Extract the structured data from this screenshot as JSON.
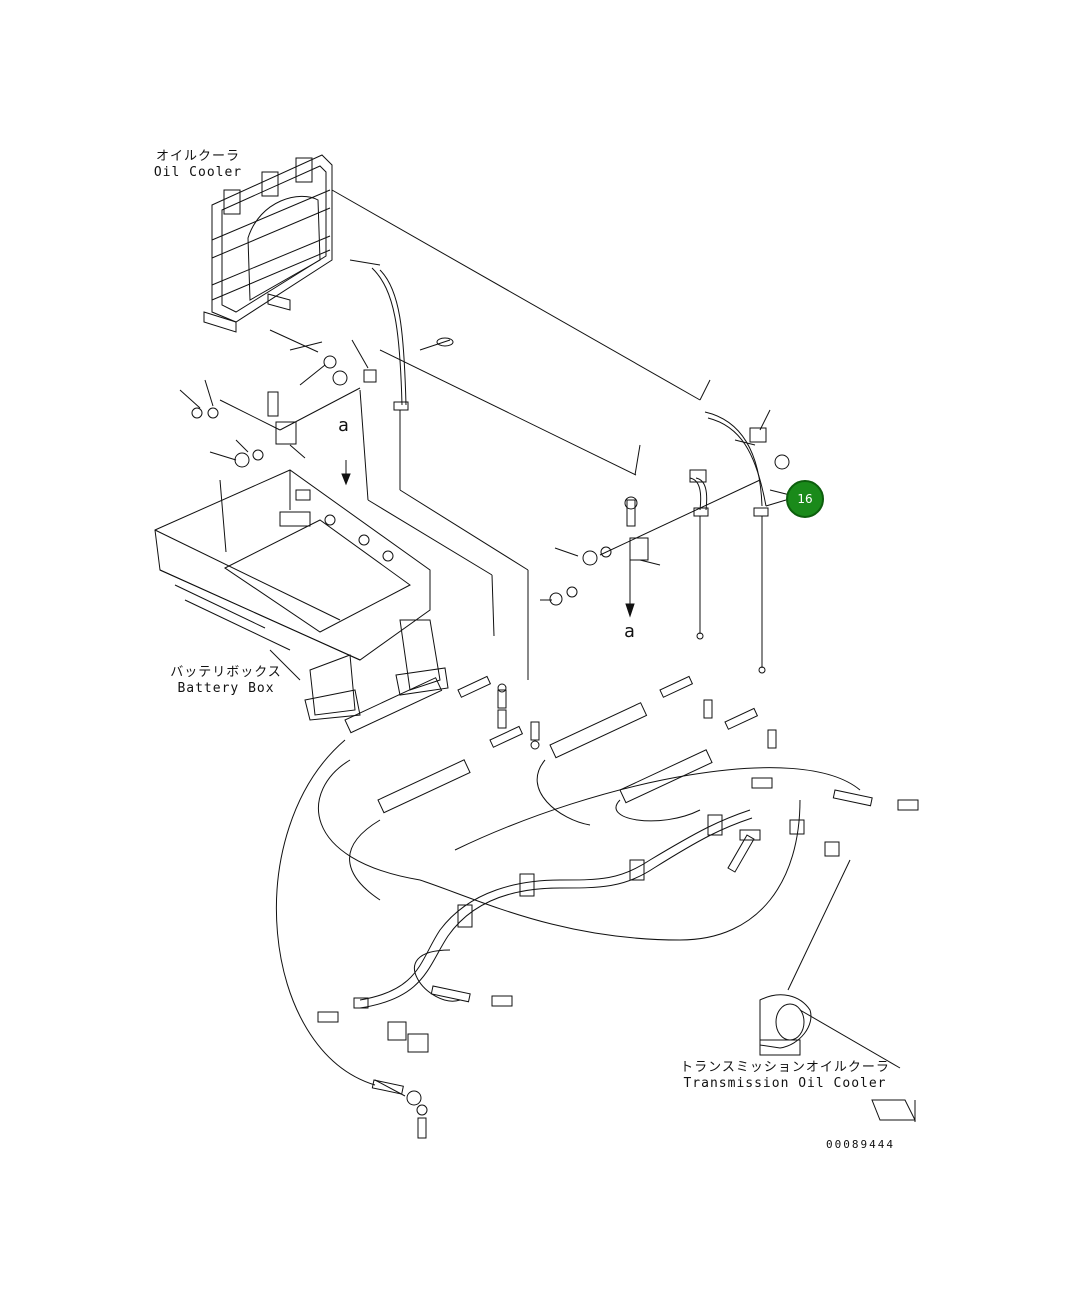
{
  "labels": {
    "oil_cooler_jp": "オイルクーラ",
    "oil_cooler_en": "Oil Cooler",
    "battery_box_jp": "バッテリボックス",
    "battery_box_en": "Battery Box",
    "transmission_jp": "トランスミッションオイルクーラ",
    "transmission_en": "Transmission Oil Cooler",
    "view_marker_1": "a",
    "view_marker_2": "a",
    "drawing_number": "00089444"
  },
  "callouts": [
    {
      "number": "16",
      "color": "#1a8a1a"
    }
  ]
}
